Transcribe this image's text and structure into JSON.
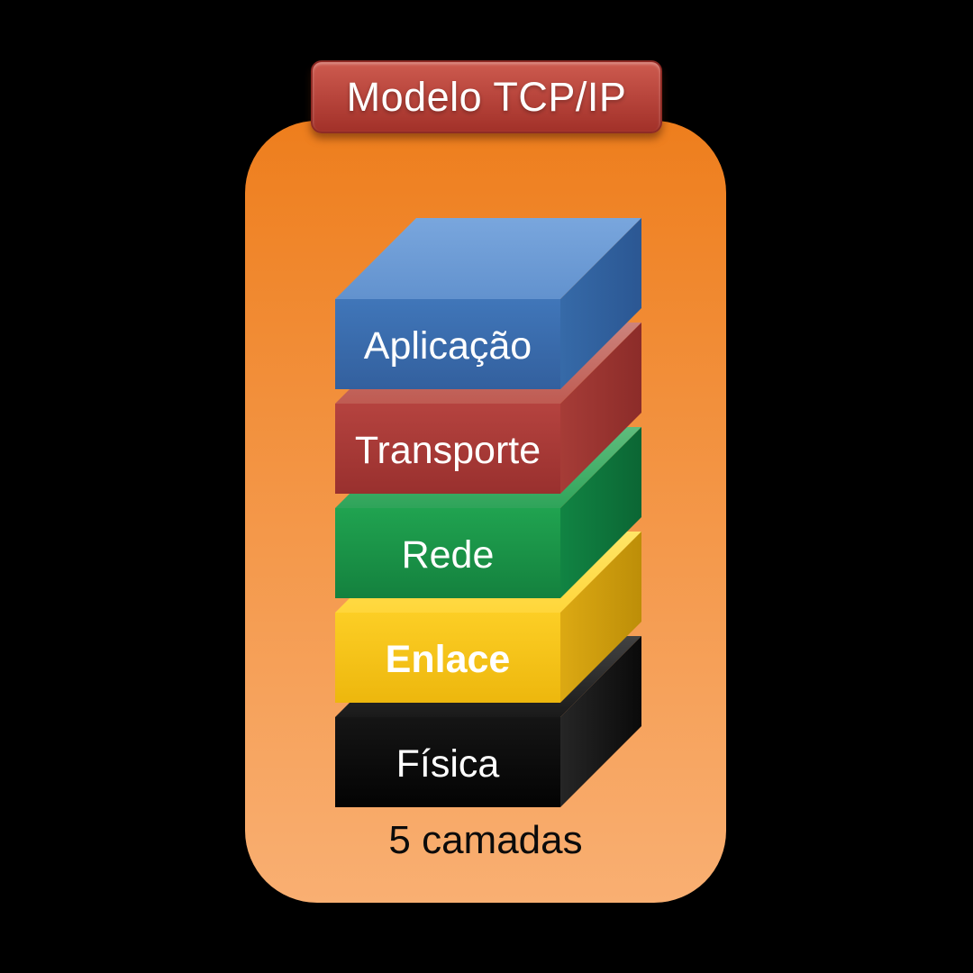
{
  "title_banner": {
    "label": "Modelo TCP/IP",
    "bg_top": "#CD5B4F",
    "bg_mid": "#B8453C",
    "bg_bottom": "#A23129",
    "border_color": "#8E2B25",
    "text_color": "#FFFFFF"
  },
  "panel": {
    "bg_top": "#EE7E1D",
    "bg_bottom": "#F9AF72"
  },
  "stack": {
    "layers": [
      {
        "label": "Aplicação",
        "bold": false,
        "text_color": "#FFFFFF",
        "colors": {
          "front": [
            "#4076B9",
            "#33609E"
          ],
          "top": [
            "#79A6DD",
            "#6292CE"
          ],
          "side": [
            "#366AA8",
            "#2B5793"
          ]
        }
      },
      {
        "label": "Transporte",
        "bold": false,
        "text_color": "#FFFFFF",
        "colors": {
          "front": [
            "#B5433F",
            "#99302E"
          ],
          "top": [
            "#CC837C",
            "#BF5B52"
          ],
          "side": [
            "#A63C37",
            "#8C2C29"
          ]
        }
      },
      {
        "label": "Rede",
        "bold": false,
        "text_color": "#FFFFFF",
        "colors": {
          "front": [
            "#20A350",
            "#14813E"
          ],
          "top": [
            "#5FBC7D",
            "#2FA45A"
          ],
          "side": [
            "#118443",
            "#0B6634"
          ]
        }
      },
      {
        "label": "Enlace",
        "bold": true,
        "text_color": "#FFFFFF",
        "colors": {
          "front": [
            "#FCCE25",
            "#EDB70D"
          ],
          "top": [
            "#FFE566",
            "#FFD63A"
          ],
          "side": [
            "#DCA913",
            "#BD8E08"
          ]
        }
      },
      {
        "label": "Física",
        "bold": false,
        "text_color": "#FFFFFF",
        "colors": {
          "front": [
            "#151515",
            "#030303"
          ],
          "top": [
            "#424242",
            "#1A1A1A"
          ],
          "side": [
            "#262626",
            "#0A0A0A"
          ]
        }
      }
    ]
  },
  "footer": {
    "label": "5 camadas",
    "text_color": "#0B0B0B"
  }
}
